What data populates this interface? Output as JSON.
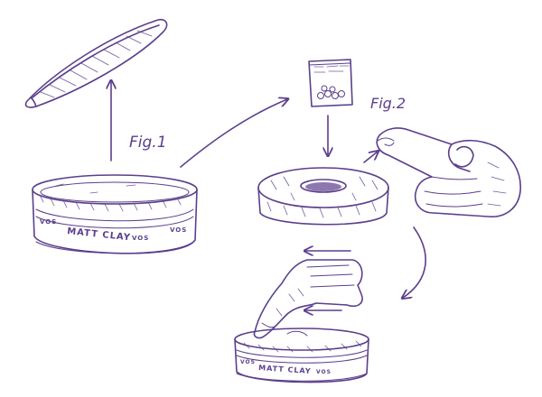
{
  "figures": {
    "fig1_label": "Fig.1",
    "fig2_label": "Fig.2"
  },
  "tin": {
    "brand_text": "MATT CLAY",
    "badge_text": "VOS"
  },
  "colors": {
    "ink": "#5b3f8c",
    "paper": "#ffffff"
  }
}
